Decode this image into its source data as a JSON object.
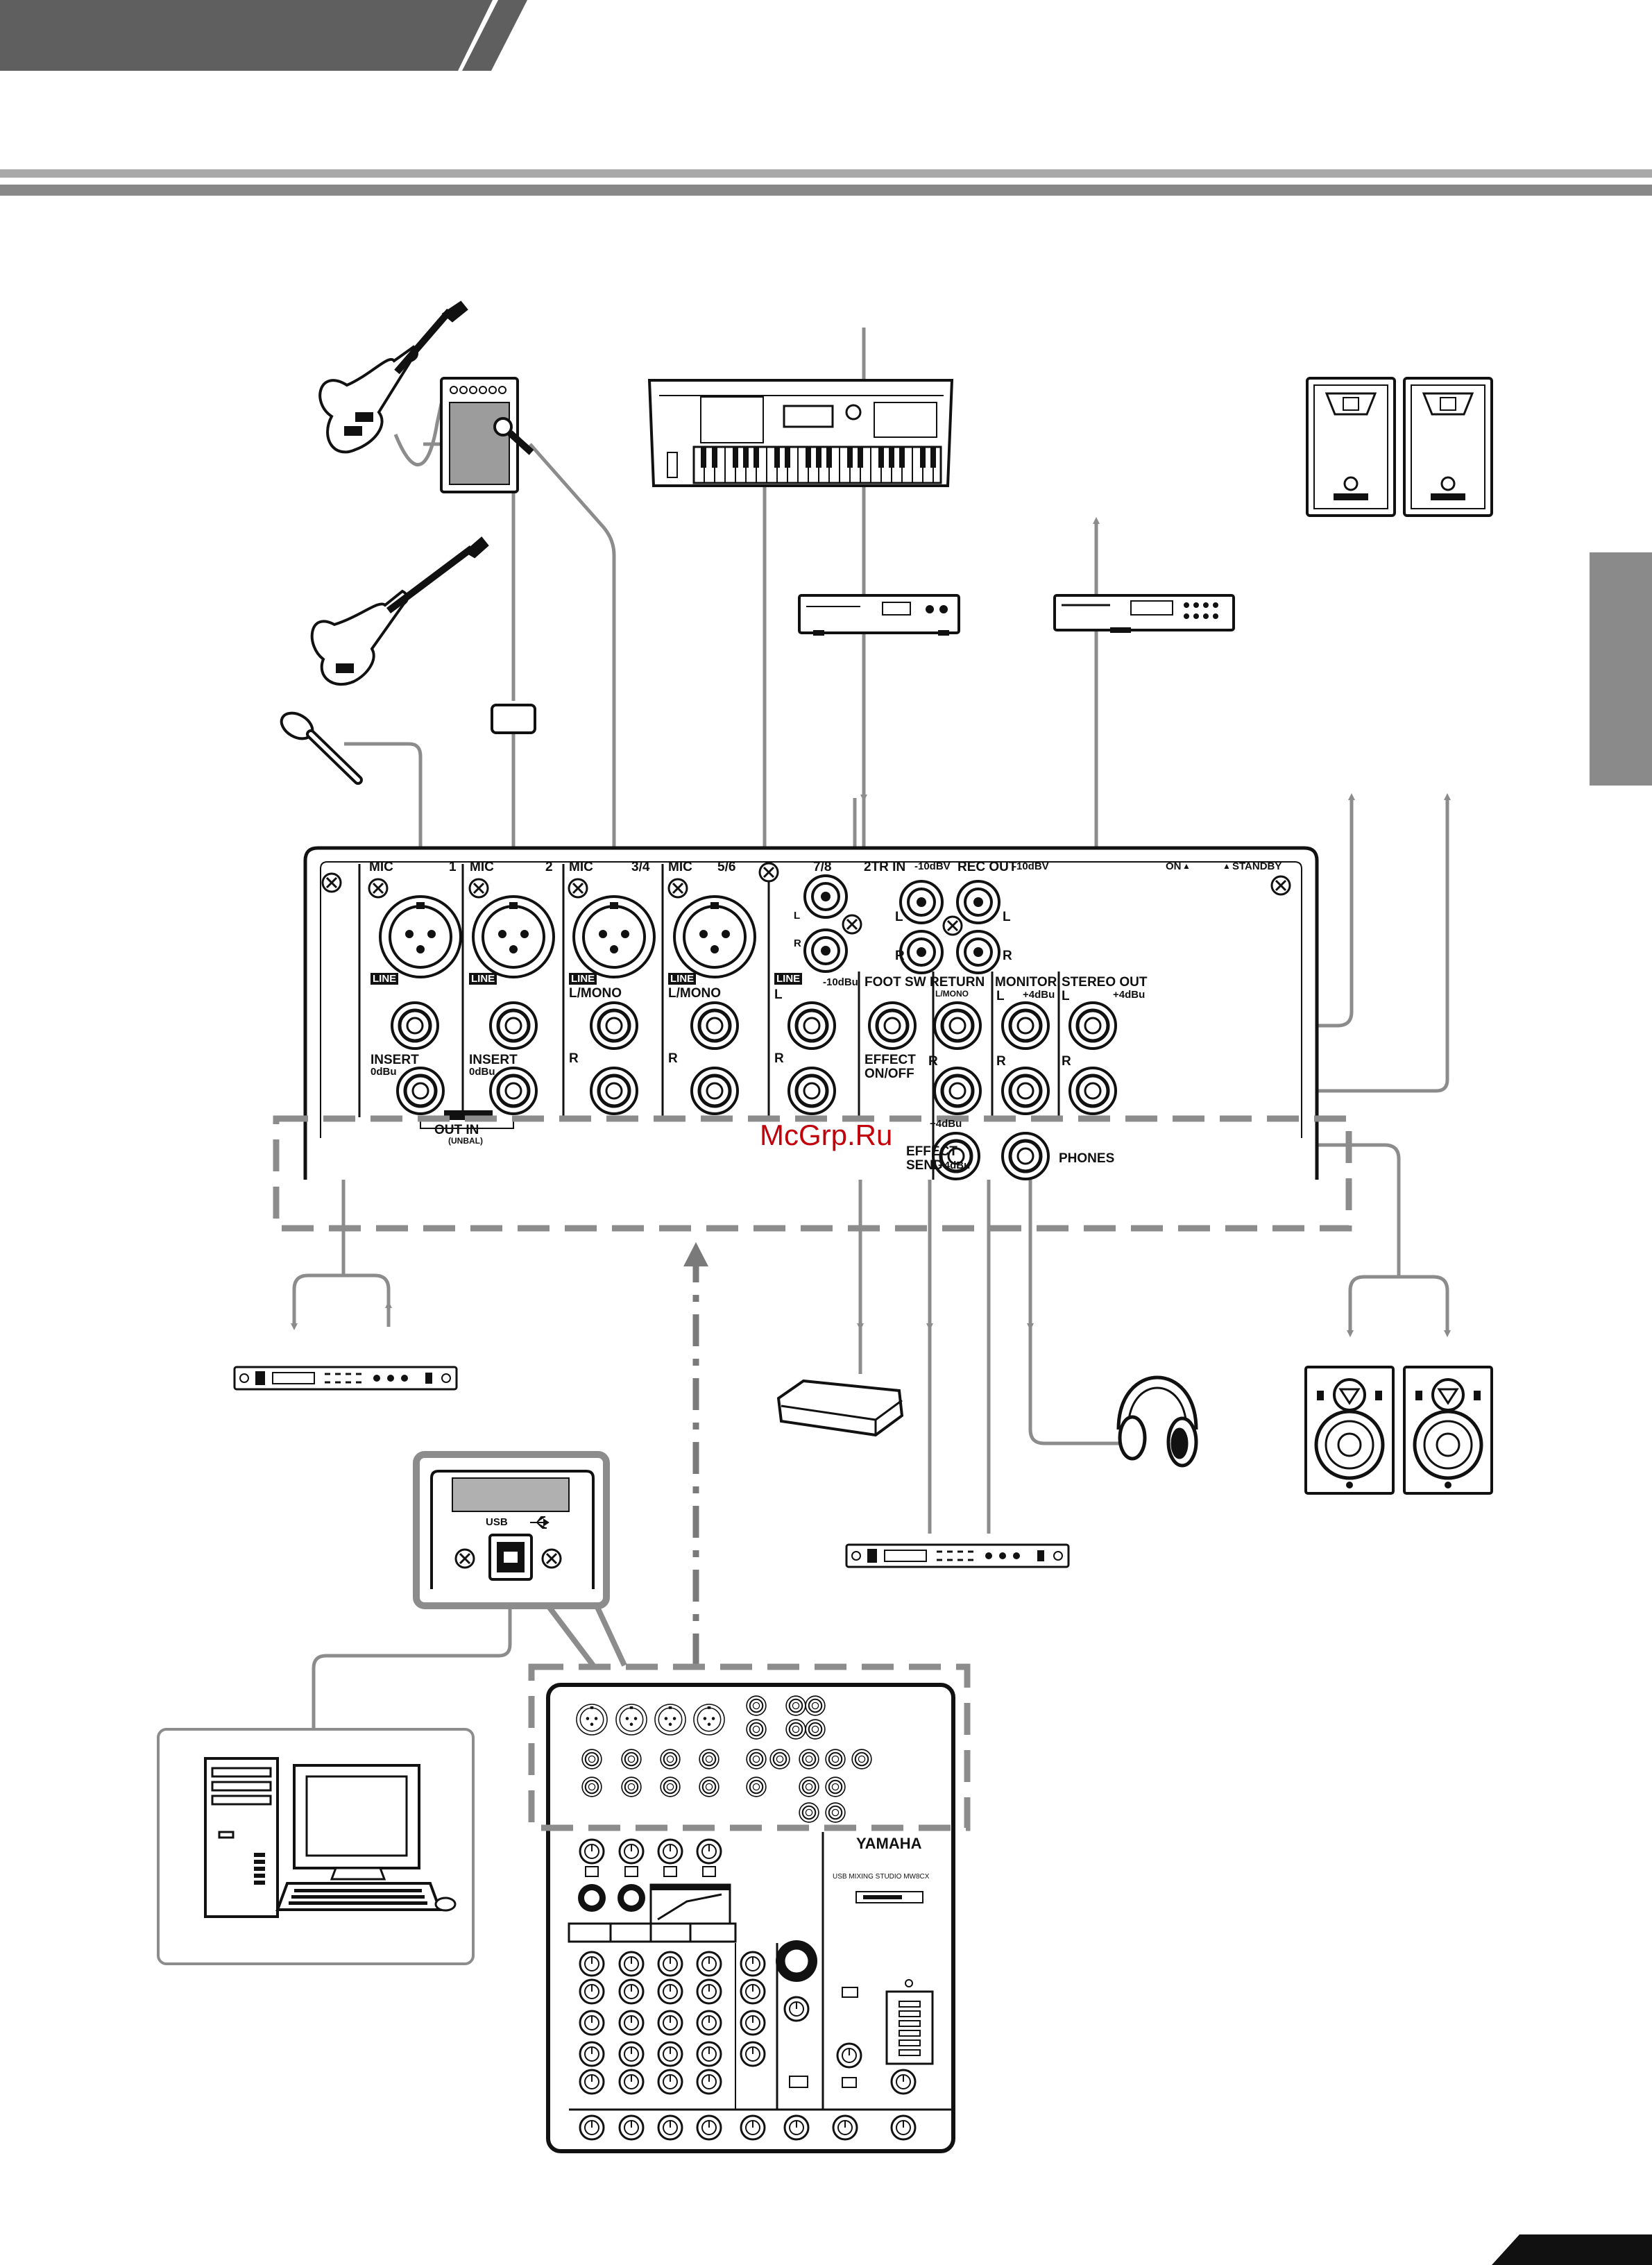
{
  "watermark": "McGrp.Ru",
  "usb_panel": {
    "label": "USB"
  },
  "mixer_top": {
    "brand": "YAMAHA",
    "model": "USB MIXING STUDIO MW8CX"
  },
  "rear_panel": {
    "ch1": {
      "mic": "MIC",
      "num": "1",
      "line": "LINE",
      "insert": "INSERT",
      "insert_level": "0dBu"
    },
    "ch2": {
      "mic": "MIC",
      "num": "2",
      "line": "LINE",
      "insert": "INSERT",
      "insert_level": "0dBu"
    },
    "ch34": {
      "mic": "MIC",
      "num": "3/4",
      "line": "LINE",
      "mono": "L/MONO",
      "r": "R"
    },
    "ch56": {
      "mic": "MIC",
      "num": "5/6",
      "line": "LINE",
      "mono": "L/MONO",
      "r": "R"
    },
    "ch78": {
      "num": "7/8",
      "l": "L",
      "r": "R",
      "line": "LINE",
      "line_l": "L",
      "level": "-10dBu",
      "line_r": "R"
    },
    "two_tr_in": {
      "label": "2TR IN",
      "level": "-10dBV",
      "l": "L",
      "r": "R"
    },
    "rec_out": {
      "label": "REC OUT",
      "level": "-10dBV",
      "l": "L",
      "r": "R"
    },
    "power": {
      "on": "ON",
      "standby": "STANDBY"
    },
    "foot_sw": {
      "label": "FOOT SW",
      "function_1": "EFFECT",
      "function_2": "ON/OFF"
    },
    "return": {
      "label": "RETURN",
      "mono": "L/MONO",
      "r": "R",
      "level": "+4dBu"
    },
    "effect_send": {
      "label_1": "EFFECT",
      "label_2": "SEND",
      "level": "+4dBu"
    },
    "monitor": {
      "label": "MONITOR",
      "level": "+4dBu",
      "l": "L",
      "r": "R"
    },
    "stereo_out": {
      "label": "STEREO OUT",
      "level": "+4dBu",
      "l": "L",
      "r": "R"
    },
    "phones": {
      "label": "PHONES"
    },
    "insert_legend": {
      "out_in": "OUT IN",
      "unbal": "(UNBAL)"
    }
  },
  "devices": [
    {
      "name": "electric-guitar-with-amp"
    },
    {
      "name": "bass-guitar"
    },
    {
      "name": "dynamic-microphone"
    },
    {
      "name": "direct-box"
    },
    {
      "name": "synthesizer-keyboard"
    },
    {
      "name": "cd-player"
    },
    {
      "name": "recorder"
    },
    {
      "name": "powered-main-speakers"
    },
    {
      "name": "insert-compressor"
    },
    {
      "name": "foot-switch"
    },
    {
      "name": "effect-processor"
    },
    {
      "name": "headphones"
    },
    {
      "name": "studio-monitor-speakers"
    },
    {
      "name": "computer"
    },
    {
      "name": "usb-mixer-top-panel"
    }
  ],
  "colors": {
    "cable": "#8c8c8c",
    "header_bar": "#5f5f5f",
    "side_tab": "#8a8a8a",
    "outline": "#1a1a1a",
    "watermark": "#c2000b"
  }
}
